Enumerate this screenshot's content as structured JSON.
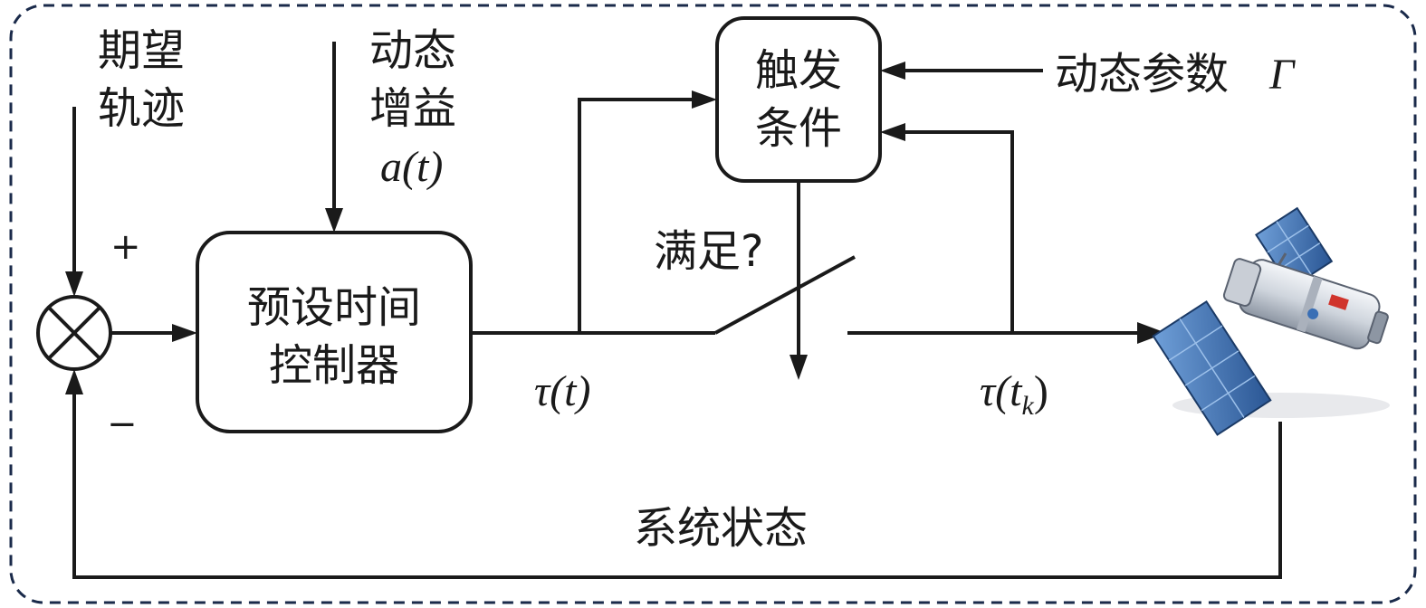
{
  "labels": {
    "desired_line1": "期望",
    "desired_line2": "轨迹",
    "gain_line1": "动态",
    "gain_line2": "增益",
    "gain_math": "a(t)",
    "trigger_line1": "触发",
    "trigger_line2": "条件",
    "dynamic_param": "动态参数",
    "gamma": "Γ",
    "controller_line1": "预设时间",
    "controller_line2": "控制器",
    "satisfied": "满足?",
    "tau_t": "τ(t)",
    "tau_tk_tau": "τ(t",
    "tau_tk_sub": "k",
    "tau_tk_close": ")",
    "system_state": "系统状态",
    "plus": "+",
    "minus": "−"
  },
  "icons": {
    "summing_junction": "summing-junction-icon",
    "switch": "switch-icon",
    "spacecraft": "spacecraft-icon"
  },
  "colors": {
    "stroke": "#1a1a1a",
    "border_dashed": "#1a2a4a",
    "panel_blue": "#3a6fb5",
    "body_white": "#e6e9ee"
  }
}
